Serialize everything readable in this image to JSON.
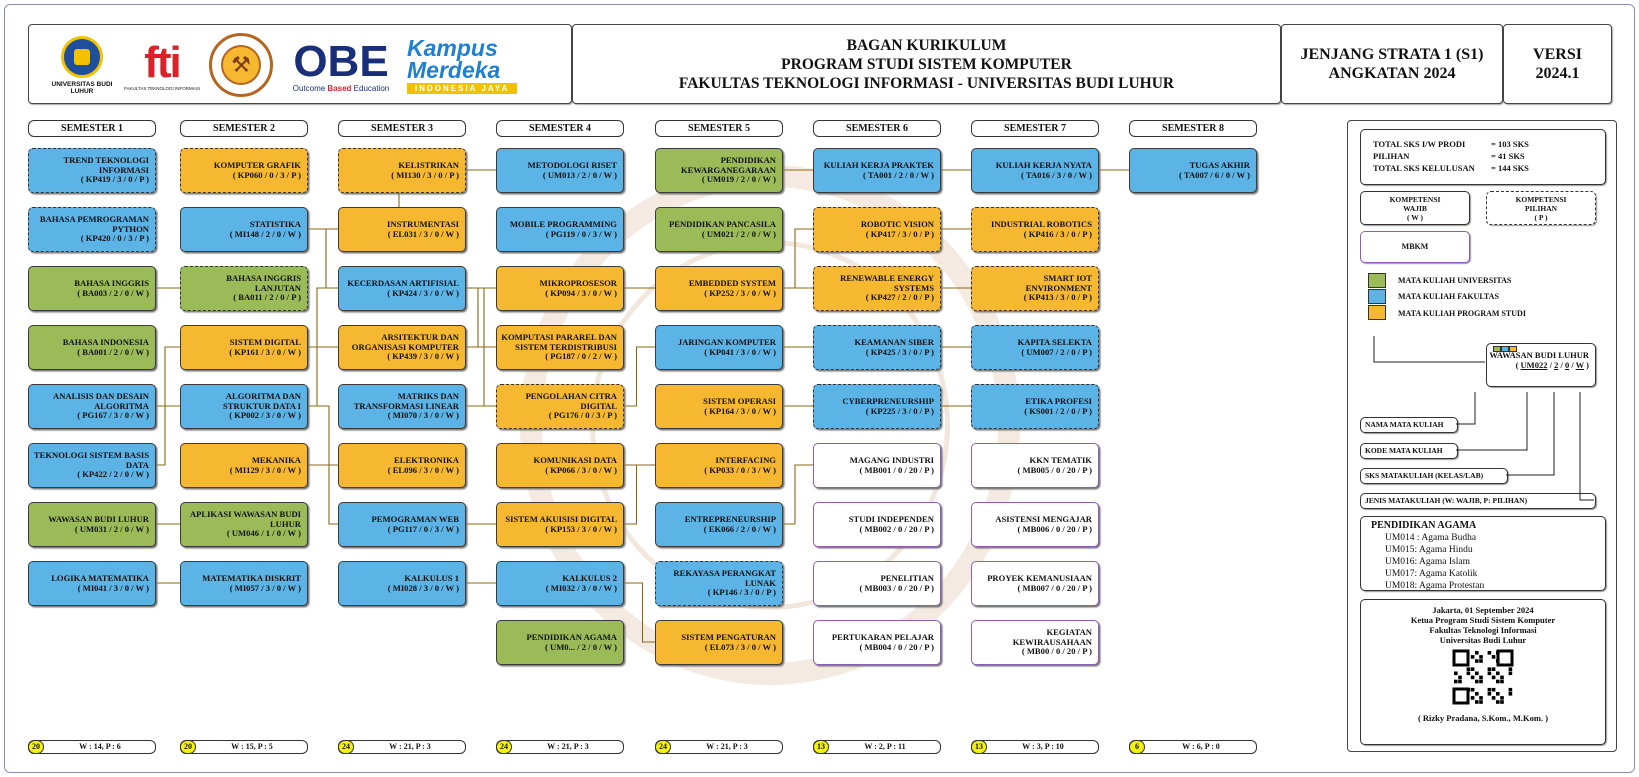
{
  "header": {
    "title_lines": [
      "BAGAN KURIKULUM",
      "PROGRAM STUDI SISTEM KOMPUTER",
      "FAKULTAS TEKNOLOGI INFORMASI - UNIVERSITAS BUDI LUHUR"
    ],
    "jenjang": [
      "JENJANG STRATA 1 (S1)",
      "ANGKATAN 2024"
    ],
    "versi": [
      "VERSI",
      "2024.1"
    ],
    "logos": {
      "budiluhur": "UNIVERSITAS BUDI LUHUR",
      "fti": "fti",
      "fti_sub": "FAKULTAS TEKNOLOGI INFORMASI",
      "obe": "OBE",
      "obe_sub": [
        "Outcome ",
        "Based",
        " Education"
      ],
      "kampus": "Kampus",
      "merdeka": "Merdeka",
      "indonesia": "INDONESIA JAYA"
    }
  },
  "colors": {
    "universitas": "#9bbb59",
    "fakultas": "#5cb3e6",
    "prodi": "#f6b731",
    "mbkm": "#8e5eb5",
    "total_badge": "#f5f20a",
    "line": "#8b6914"
  },
  "semesters": [
    {
      "label": "SEMESTER 1",
      "total": "20",
      "split": "W : 14, P : 6",
      "courses": [
        {
          "name": "TREND TEKNOLOGI INFORMASI",
          "code": "( KP419 / 3 / 0 / P )",
          "type": "f",
          "dashed": true
        },
        {
          "name": "BAHASA PEMROGRAMAN PYTHON",
          "code": "( KP420 / 0 / 3 / P )",
          "type": "f",
          "dashed": true
        },
        {
          "name": "BAHASA INGGRIS",
          "code": "( BA003 / 2 / 0 / W )",
          "type": "u",
          "dashed": false
        },
        {
          "name": "BAHASA INDONESIA",
          "code": "( BA001 / 2 / 0 / W )",
          "type": "u",
          "dashed": false
        },
        {
          "name": "ANALISIS DAN DESAIN ALGORITMA",
          "code": "( PG167 / 3 / 0 / W )",
          "type": "f",
          "dashed": false
        },
        {
          "name": "TEKNOLOGI SISTEM BASIS DATA",
          "code": "( KP422 / 2 / 0 / W )",
          "type": "f",
          "dashed": false
        },
        {
          "name": "WAWASAN BUDI LUHUR",
          "code": "( UM031 / 2 / 0 / W )",
          "type": "u",
          "dashed": false
        },
        {
          "name": "LOGIKA MATEMATIKA",
          "code": "( MI041 / 3 / 0 / W )",
          "type": "f",
          "dashed": false
        }
      ]
    },
    {
      "label": "SEMESTER 2",
      "total": "20",
      "split": "W : 15, P : 5",
      "courses": [
        {
          "name": "KOMPUTER GRAFIK",
          "code": "( KP060 / 0 / 3 / P )",
          "type": "p",
          "dashed": true
        },
        {
          "name": "STATISTIKA",
          "code": "( MI148 / 2 / 0 / W )",
          "type": "f",
          "dashed": false
        },
        {
          "name": "BAHASA INGGRIS LANJUTAN",
          "code": "( BA011 / 2 / 0 / P )",
          "type": "u",
          "dashed": true
        },
        {
          "name": "SISTEM DIGITAL",
          "code": "( KP161 / 3 / 0 / W )",
          "type": "p",
          "dashed": false
        },
        {
          "name": "ALGORITMA DAN STRUKTUR DATA I",
          "code": "( KP002 / 3 / 0 / W )",
          "type": "f",
          "dashed": false
        },
        {
          "name": "MEKANIKA",
          "code": "( MI129 / 3 / 0 / W )",
          "type": "p",
          "dashed": false
        },
        {
          "name": "APLIKASI WAWASAN BUDI LUHUR",
          "code": "( UM046 / 1 / 0 / W )",
          "type": "u",
          "dashed": false
        },
        {
          "name": "MATEMATIKA DISKRIT",
          "code": "( MI057 / 3 / 0 / W )",
          "type": "f",
          "dashed": false
        }
      ]
    },
    {
      "label": "SEMESTER 3",
      "total": "24",
      "split": "W : 21, P : 3",
      "courses": [
        {
          "name": "KELISTRIKAN",
          "code": "( MI130 / 3 / 0 / P )",
          "type": "p",
          "dashed": true
        },
        {
          "name": "INSTRUMENTASI",
          "code": "( EL031 / 3 / 0 / W )",
          "type": "p",
          "dashed": false
        },
        {
          "name": "KECERDASAN ARTIFISIAL",
          "code": "( KP424 / 3 / 0 / W )",
          "type": "f",
          "dashed": false
        },
        {
          "name": "ARSITEKTUR DAN ORGANISASI KOMPUTER",
          "code": "( KP439 / 3 / 0 / W )",
          "type": "p",
          "dashed": false
        },
        {
          "name": "MATRIKS DAN TRANSFORMASI LINEAR",
          "code": "( MI070 / 3 / 0 / W )",
          "type": "f",
          "dashed": false
        },
        {
          "name": "ELEKTRONIKA",
          "code": "( EL096 / 3 / 0 / W )",
          "type": "p",
          "dashed": false
        },
        {
          "name": "PEMOGRAMAN WEB",
          "code": "( PG117 / 0 / 3 / W )",
          "type": "f",
          "dashed": false
        },
        {
          "name": "KALKULUS 1",
          "code": "( MI028 / 3 / 0 / W )",
          "type": "f",
          "dashed": false
        }
      ]
    },
    {
      "label": "SEMESTER 4",
      "total": "24",
      "split": "W : 21, P : 3",
      "courses": [
        {
          "name": "METODOLOGI RISET",
          "code": "( UM013 / 2 / 0 / W )",
          "type": "f",
          "dashed": false
        },
        {
          "name": "MOBILE PROGRAMMING",
          "code": "( PG119 / 0 / 3 / W )",
          "type": "f",
          "dashed": false
        },
        {
          "name": "MIKROPROSESOR",
          "code": "( KP094 / 3 / 0 / W )",
          "type": "p",
          "dashed": false
        },
        {
          "name": "KOMPUTASI PARAREL DAN SISTEM TERDISTRIBUSI",
          "code": "( PG187 / 0 / 2 / W )",
          "type": "p",
          "dashed": false
        },
        {
          "name": "PENGOLAHAN CITRA DIGITAL",
          "code": "( PG176 / 0 / 3 / P )",
          "type": "p",
          "dashed": true
        },
        {
          "name": "KOMUNIKASI DATA",
          "code": "( KP066 / 3 / 0 / W )",
          "type": "p",
          "dashed": false
        },
        {
          "name": "SISTEM AKUISISI DIGITAL",
          "code": "( KP153 / 3 / 0 / W )",
          "type": "p",
          "dashed": false
        },
        {
          "name": "KALKULUS 2",
          "code": "( MI032 / 3 / 0 / W )",
          "type": "f",
          "dashed": false
        },
        {
          "name": "PENDIDIKAN AGAMA",
          "code": "( UM0... / 2 / 0 / W )",
          "type": "u",
          "dashed": false
        }
      ]
    },
    {
      "label": "SEMESTER 5",
      "total": "24",
      "split": "W : 21, P : 3",
      "courses": [
        {
          "name": "PENDIDIKAN KEWARGANEGARAAN",
          "code": "( UM019 / 2 / 0 / W )",
          "type": "u",
          "dashed": false
        },
        {
          "name": "PENDIDIKAN PANCASILA",
          "code": "( UM021 / 2 / 0 / W )",
          "type": "u",
          "dashed": false
        },
        {
          "name": "EMBEDDED SYSTEM",
          "code": "( KP252 / 3 / 0 / W )",
          "type": "p",
          "dashed": false
        },
        {
          "name": "JARINGAN KOMPUTER",
          "code": "( KP041 / 3 / 0 / W )",
          "type": "f",
          "dashed": false
        },
        {
          "name": "SISTEM OPERASI",
          "code": "( KP164 / 3 / 0 / W )",
          "type": "p",
          "dashed": false
        },
        {
          "name": "INTERFACING",
          "code": "( KP033 / 0 / 3 / W )",
          "type": "p",
          "dashed": false
        },
        {
          "name": "ENTREPRENEURSHIP",
          "code": "( EK066 / 2 / 0 / W )",
          "type": "f",
          "dashed": false
        },
        {
          "name": "REKAYASA PERANGKAT LUNAK",
          "code": "( KP146 / 3 / 0 / P )",
          "type": "f",
          "dashed": true
        },
        {
          "name": "SISTEM PENGATURAN",
          "code": "( EL073 / 3 / 0 / W )",
          "type": "p",
          "dashed": false
        }
      ]
    },
    {
      "label": "SEMESTER 6",
      "total": "13",
      "split": "W : 2, P : 11",
      "courses": [
        {
          "name": "KULIAH KERJA PRAKTEK",
          "code": "( TA001 / 2 / 0 / W )",
          "type": "f",
          "dashed": false
        },
        {
          "name": "ROBOTIC VISION",
          "code": "( KP417 / 3 / 0 / P )",
          "type": "p",
          "dashed": true
        },
        {
          "name": "RENEWABLE ENERGY SYSTEMS",
          "code": "( KP427 / 2 / 0 / P )",
          "type": "p",
          "dashed": true
        },
        {
          "name": "KEAMANAN SIBER",
          "code": "( KP425 / 3 / 0 / P )",
          "type": "f",
          "dashed": true
        },
        {
          "name": "CYBERPRENEURSHIP",
          "code": "( KP225 / 3 / 0 / P )",
          "type": "f",
          "dashed": true
        },
        {
          "name": "MAGANG INDUSTRI",
          "code": "( MB001 / 0 / 20 / P )",
          "type": "m",
          "dashed": false
        },
        {
          "name": "STUDI INDEPENDEN",
          "code": "( MB002 / 0 / 20 / P )",
          "type": "m",
          "dashed": false
        },
        {
          "name": "PENELITIAN",
          "code": "( MB003 / 0 / 20 / P )",
          "type": "m",
          "dashed": false
        },
        {
          "name": "PERTUKARAN PELAJAR",
          "code": "( MB004 / 0 / 20 / P )",
          "type": "m",
          "dashed": false
        }
      ]
    },
    {
      "label": "SEMESTER 7",
      "total": "13",
      "split": "W : 3, P : 10",
      "courses": [
        {
          "name": "KULIAH KERJA NYATA",
          "code": "( TA016 / 3 / 0 / W )",
          "type": "f",
          "dashed": false
        },
        {
          "name": "INDUSTRIAL ROBOTICS",
          "code": "( KP416 / 3 / 0 / P )",
          "type": "p",
          "dashed": true
        },
        {
          "name": "SMART IOT ENVIRONMENT",
          "code": "( KP413 / 3 / 0 / P )",
          "type": "p",
          "dashed": true
        },
        {
          "name": "KAPITA SELEKTA",
          "code": "( UM007 / 2 / 0 / P )",
          "type": "f",
          "dashed": true
        },
        {
          "name": "ETIKA PROFESI",
          "code": "( KS001 / 2 / 0 / P )",
          "type": "f",
          "dashed": true
        },
        {
          "name": "KKN TEMATIK",
          "code": "( MB005 / 0 / 20 / P )",
          "type": "m",
          "dashed": false
        },
        {
          "name": "ASISTENSI MENGAJAR",
          "code": "( MB006 / 0 / 20 / P )",
          "type": "m",
          "dashed": false
        },
        {
          "name": "PROYEK KEMANUSIAAN",
          "code": "( MB007 / 0 / 20 / P )",
          "type": "m",
          "dashed": false
        },
        {
          "name": "KEGIATAN KEWIRAUSAHAAN",
          "code": "( MB00 / 0 / 20 / P )",
          "type": "m",
          "dashed": false
        }
      ]
    },
    {
      "label": "SEMESTER 8",
      "total": "6",
      "split": "W : 6,  P : 0",
      "courses": [
        {
          "name": "TUGAS AKHIR",
          "code": "( TA007 / 6 / 0 / W )",
          "type": "f",
          "dashed": false
        }
      ]
    }
  ],
  "panel": {
    "sks": [
      {
        "label": "TOTAL SKS I/W PRODI",
        "value": "= 103 SKS"
      },
      {
        "label": "PILIHAN",
        "value": "= 41 SKS"
      },
      {
        "label": "TOTAL SKS KELULUSAN",
        "value": "= 144 SKS"
      }
    ],
    "wajib": [
      "KOMPETENSI",
      "WAJIB",
      "( W )"
    ],
    "pilihan": [
      "KOMPETENSI",
      "PILIHAN",
      "( P )"
    ],
    "mbkm": "MBKM",
    "legend": [
      "MATA KULIAH UNIVERSITAS",
      "MATA KULIAH FAKULTAS",
      "MATA KULIAH PROGRAM STUDI"
    ],
    "example": {
      "name": "WAWASAN BUDI LUHUR",
      "code_open": "( ",
      "code": "UM022",
      "sep1": " / ",
      "sks1": "2",
      "sep2": " / ",
      "sks2": "0",
      "sep3": " / ",
      "jenis": "W",
      "code_close": " )"
    },
    "keys": [
      "NAMA MATA KULIAH",
      "KODE MATA KULIAH",
      "SKS MATAKULIAH (KELAS/LAB)",
      "JENIS MATAKULIAH (W: WAJIB, P: PILIHAN)"
    ],
    "agama_title": "PENDIDIKAN AGAMA",
    "agama": [
      "UM014 : Agama Budha",
      "UM015: Agama Hindu",
      "UM016: Agama Islam",
      "UM017: Agama Katolik",
      "UM018: Agama Protestan"
    ],
    "sign": [
      "Jakarta,  01 September 2024",
      "Ketua Program Studi Sistem Komputer",
      "Fakultas Teknologi Informasi",
      "Universitas Budi Luhur"
    ],
    "signer": "( Rizky Pradana, S.Kom., M.Kom. )"
  }
}
